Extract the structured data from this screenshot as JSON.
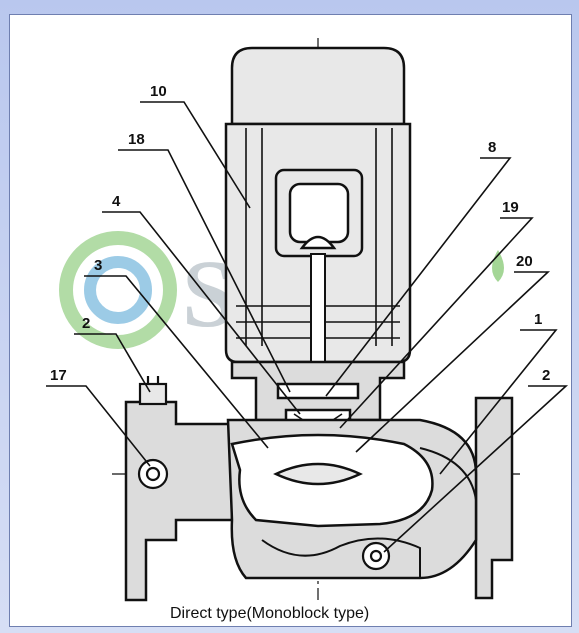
{
  "caption": "Direct type(Monoblock type)",
  "watermark": "SILi",
  "part_labels": [
    "10",
    "18",
    "8",
    "4",
    "19",
    "3",
    "20",
    "2",
    "1",
    "17",
    "2"
  ],
  "colors": {
    "panel": "#ffffff",
    "frame": "#c9d4f0",
    "stroke": "#111111",
    "motor_fill": "#e8e8e8",
    "casing_fill": "#dcdcdc",
    "watermark_gray": "#b9c2c9",
    "watermark_green": "#7ec46a",
    "watermark_blue": "#5aa9d6"
  }
}
